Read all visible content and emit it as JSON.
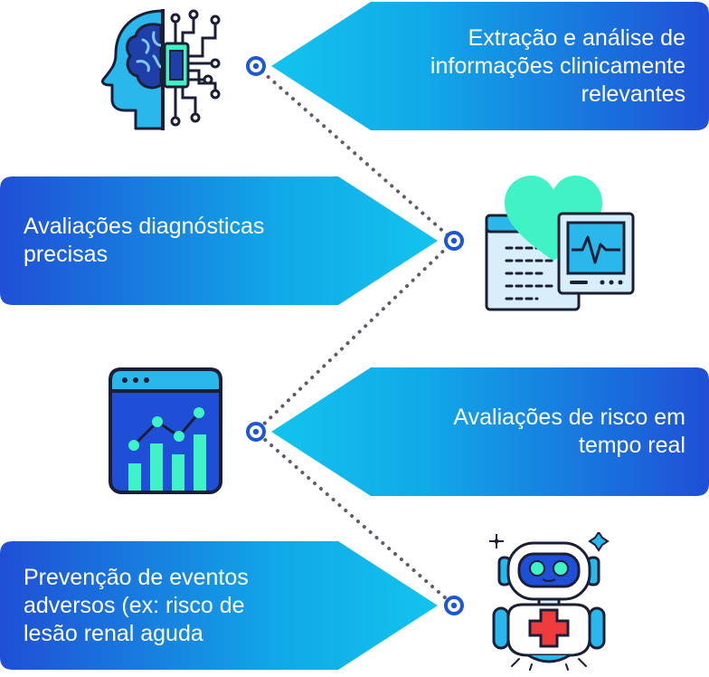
{
  "colors": {
    "gradient_dark": "#1f4fd6",
    "gradient_light": "#12c4ee",
    "node": "#1d56d8",
    "dots": "#5c5c6a",
    "mint": "#3ff3c6",
    "sky": "#29b7ec",
    "ink": "#1a1f36"
  },
  "items": [
    {
      "id": 1,
      "text": "Extração e análise de informações clinicamente relevantes",
      "side": "right",
      "icon": "ai-brain-chip-icon"
    },
    {
      "id": 2,
      "text": "Avaliações diagnósticas precisas",
      "side": "left",
      "icon": "heart-monitor-icon"
    },
    {
      "id": 3,
      "text": "Avaliações de risco em tempo real",
      "side": "right",
      "icon": "analytics-dashboard-icon"
    },
    {
      "id": 4,
      "text": "Prevenção de eventos adversos (ex: risco de lesão renal aguda",
      "side": "left",
      "icon": "medical-robot-icon"
    }
  ]
}
